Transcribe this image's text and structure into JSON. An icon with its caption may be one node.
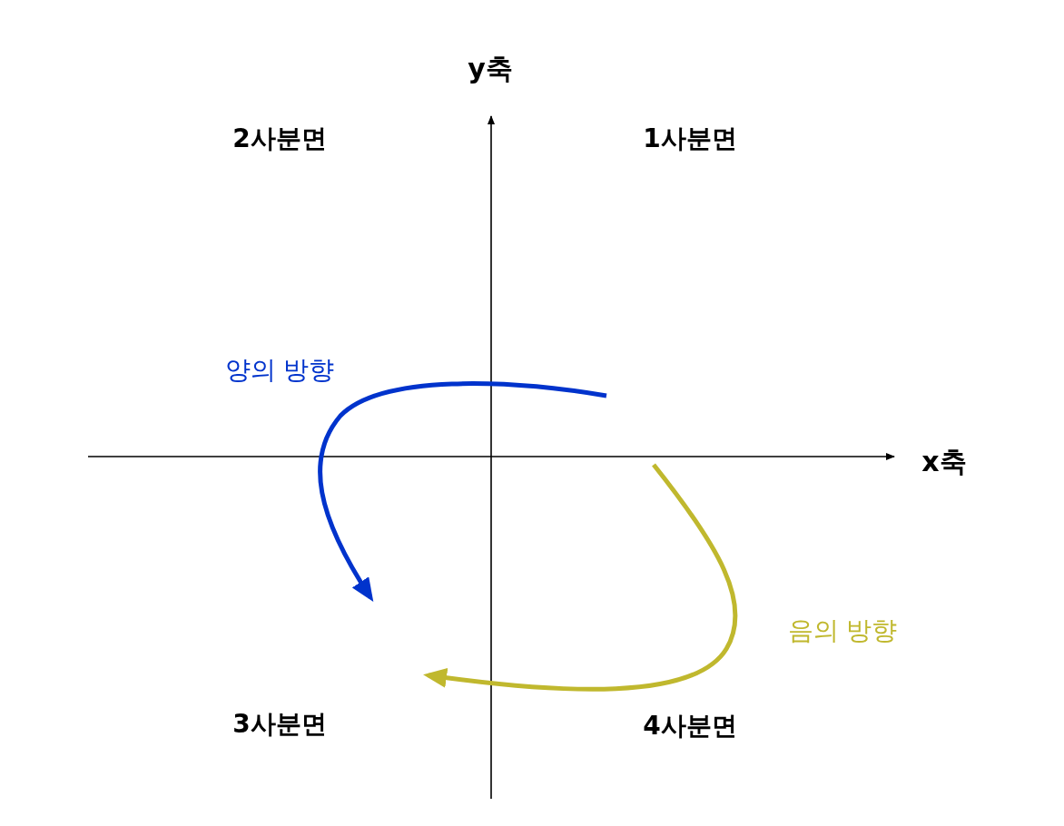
{
  "diagram": {
    "labels": [
      "y축",
      "2사분면",
      "1사분면",
      "양의 방향",
      "x축",
      "음의 방향",
      "3사분면",
      "4사분면"
    ]
  }
}
